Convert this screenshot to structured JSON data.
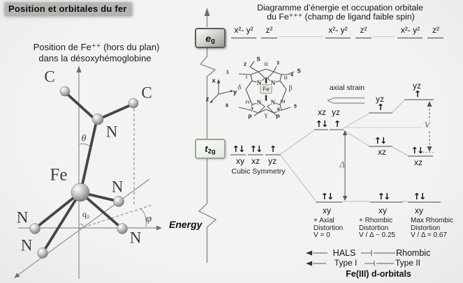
{
  "colors": {
    "page_bg": "#f1f0ee",
    "eg_box": "#c9c9c5",
    "t2g_box": "#e9efe5"
  },
  "chip": {
    "title": "Position et orbitales du fer"
  },
  "left_panel": {
    "subtitle1": "Position de Fe⁺⁺ (hors du plan)",
    "subtitle2": "dans la désoxyhémoglobine",
    "atoms": {
      "c": "C",
      "n": "N",
      "fe": "Fe"
    },
    "angles": {
      "theta": "θ",
      "phi": "φ",
      "q0": "q₀"
    }
  },
  "energy_axis": {
    "label": "Energy",
    "eg": {
      "main": "e",
      "sub": "g"
    },
    "t2g": {
      "main": "t",
      "sub": "2g"
    },
    "frame": {
      "x": "x",
      "y": "y",
      "z": "z"
    }
  },
  "diagram": {
    "title1": "Diagramme d’énergie et occupation orbitale",
    "title2": "du Fe⁺⁺⁺ (champ de ligand faible spin)",
    "eg_labels": {
      "dx2y2": "x²- y²",
      "dz2": "z²"
    },
    "orbitals": {
      "xy": "xy",
      "xz": "xz",
      "yz": "yz"
    },
    "electrons": {
      "paired": "↑↓",
      "single": "↑"
    },
    "axial_strain": "axial strain",
    "delta": "Δ",
    "v": "V",
    "columns": {
      "cubic": {
        "caption": "Cubic Symmetry"
      },
      "axial": {
        "line1": "+ Axial",
        "line2": "Distortion",
        "line3": "V = 0"
      },
      "rhombic": {
        "line1": "+ Rhombic",
        "line2": "Distortion",
        "line3": "V / Δ ~ 0.25"
      },
      "max": {
        "line1": "Max Rhombic",
        "line2": "Distortion",
        "line3": "V / Δ = 0.67"
      }
    },
    "legend": {
      "hals": "HALS",
      "rhombic": "Rhombic",
      "type1": "Type I",
      "type2": "Type II"
    },
    "footer": "Fe(III) d-orbitals"
  },
  "porphyrin": {
    "fe": "Fe",
    "n": "N",
    "meso": {
      "alpha": "α",
      "beta": "β",
      "gamma": "γ",
      "delta": "δ"
    },
    "rings": {
      "i": "I",
      "ii": "II",
      "iii": "III",
      "iv": "IV"
    },
    "positions": [
      "1",
      "2",
      "3",
      "4",
      "5",
      "6",
      "7",
      "8"
    ],
    "s": "S",
    "p": "P"
  }
}
